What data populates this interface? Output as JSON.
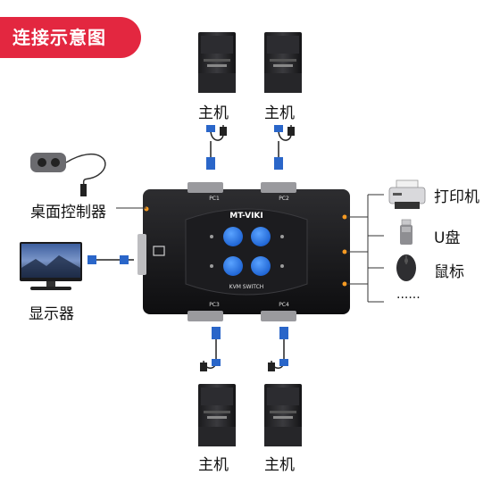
{
  "badge": {
    "text": "连接示意图",
    "color": "#e32740"
  },
  "computers": [
    {
      "label": "主机"
    },
    {
      "label": "主机"
    },
    {
      "label": "主机"
    },
    {
      "label": "主机"
    }
  ],
  "left_devices": {
    "controller_label": "桌面控制器",
    "monitor_label": "显示器"
  },
  "right_devices": [
    {
      "label": "打印机",
      "icon": "printer-icon"
    },
    {
      "label": "U盘",
      "icon": "usb-drive-icon"
    },
    {
      "label": "鼠标",
      "icon": "mouse-icon"
    },
    {
      "label": "......",
      "icon": "more-dots"
    }
  ],
  "switch": {
    "brand": "MT-VIKI",
    "model": "KVM SWITCH",
    "ports": [
      "PC1",
      "PC2",
      "PC3",
      "PC4"
    ],
    "button_color": "#1f78e8",
    "led_color": "#f59a23"
  },
  "colors": {
    "connector_blue": "#2a66c9",
    "line_orange": "#f59a23"
  }
}
